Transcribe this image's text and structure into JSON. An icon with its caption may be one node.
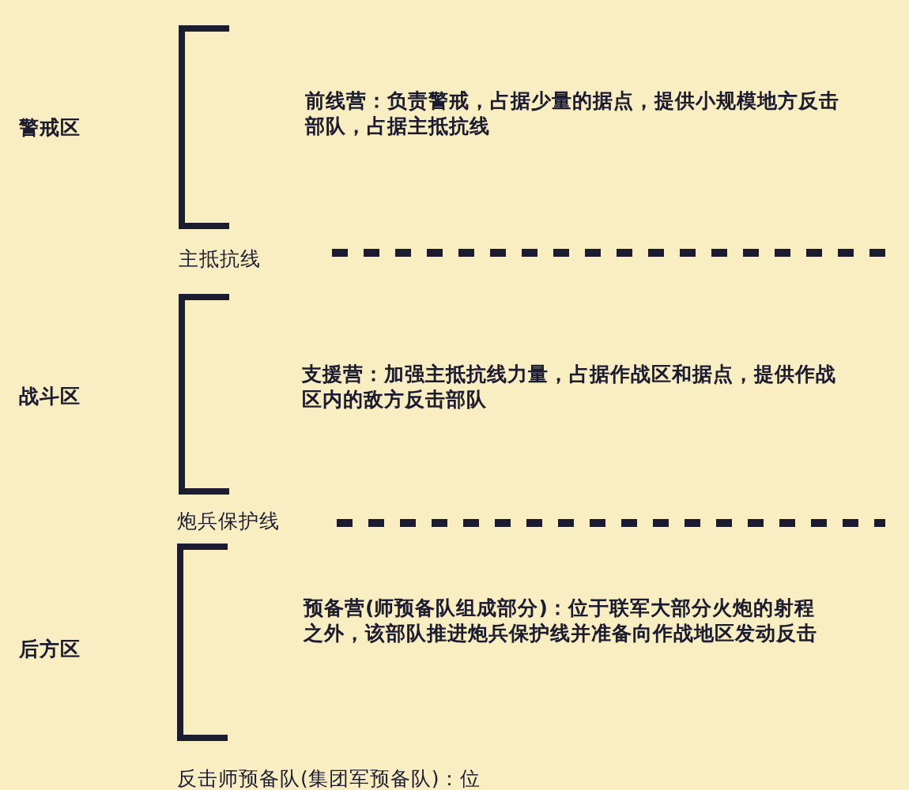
{
  "diagram": {
    "labels": [
      "警戒区",
      "前线营：负责警戒，占据少量的据点，提供小规模地方反击部队，占据主抵抗线",
      "主抵抗线",
      "战斗区",
      "支援营：加强主抵抗线力量，占据作战区和据点，提供作战区内的敌方反击部队",
      "炮兵保护线",
      "后方区",
      "预备营(师预备队组成部分)：位于联军大部分火炮的射程之外，该部队推进炮兵保护线并准备向作战地区发动反击",
      "反击师预备队(集团军预备队)：位"
    ]
  }
}
